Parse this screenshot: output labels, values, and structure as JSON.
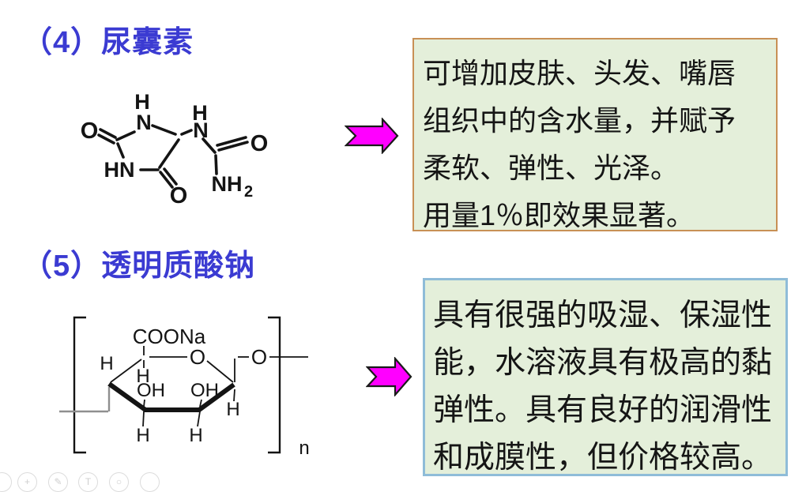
{
  "titles": {
    "t1": "（4）尿囊素",
    "t2": "（5）透明质酸钠"
  },
  "notes": {
    "allantoin": {
      "lines": [
        "可增加皮肤、头发、嘴唇",
        "组织中的含水量，并赋予",
        "柔软、弹性、光泽。",
        "用量1％即效果显著。"
      ]
    },
    "hyaluronate": {
      "lines": [
        "具有很强的吸湿、保湿性",
        "能，水溶液具有极高的黏",
        "弹性。具有良好的润滑性",
        "和成膜性，但价格较高。"
      ]
    }
  },
  "molecules": {
    "allantoin": {
      "labels": {
        "h_top": "H",
        "n_top": "N",
        "o_left": "O",
        "hn": "HN",
        "o_bottom": "O",
        "h_right": "H",
        "n_right": "N",
        "o_right": "O",
        "nh": "NH",
        "sub2": "2"
      }
    },
    "hyaluronate": {
      "labels": {
        "coona": "COONa",
        "ring_o": "O",
        "chain_o": "O",
        "h_c4": "H",
        "h_c5": "H",
        "oh_left": "OH",
        "oh_right": "OH",
        "h_c3": "H",
        "h_c2": "H",
        "h_c1": "H",
        "n_sub": "n"
      }
    }
  },
  "arrows": {
    "fill": "#ff00ff",
    "stroke": "#1a1a1a"
  },
  "colors": {
    "title_blue": "#3b3bd2",
    "note_bg": "#e4efda",
    "note1_border": "#c89055",
    "note2_border": "#8fbcd8"
  },
  "toolbar": {
    "buttons": [
      {
        "glyph": ""
      },
      {
        "glyph": "+"
      },
      {
        "glyph": "✎"
      },
      {
        "glyph": "T"
      },
      {
        "glyph": "○"
      },
      {
        "glyph": ""
      }
    ]
  }
}
